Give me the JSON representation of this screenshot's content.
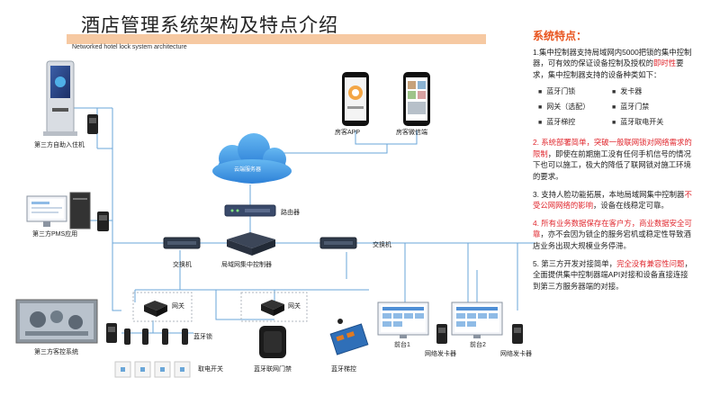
{
  "header": {
    "title": "酒店管理系统架构及特点介绍",
    "subtitle": "Networked hotel lock system architecture"
  },
  "diagram": {
    "kiosk": "第三方自助入住机",
    "pms": "第三方PMS应用",
    "guest_control": "第三方客控系统",
    "guest_app": "房客APP",
    "guest_wechat": "房客微信端",
    "cloud": "云端服务器",
    "router": "路由器",
    "switch_left": "交换机",
    "switch_right": "交换机",
    "lan_controller": "局域网集中控制器",
    "gateway1": "网关",
    "gateway2": "网关",
    "bt_lock": "蓝牙锁",
    "power_switch": "取电开关",
    "bt_access": "蓝牙联网门禁",
    "bt_elevator": "蓝牙梯控",
    "front_desk1": "前台1",
    "front_desk2": "前台2",
    "card_issuer1": "网络发卡器",
    "card_issuer2": "网络发卡器"
  },
  "features": {
    "heading": "系统特点：",
    "p1_a": "1.集中控制器支持局域网内5000把锁的集中控制器，可有效的保证设备控制及授权的",
    "p1_red": "即时性",
    "p1_b": "要求，集中控制器支持的设备种类如下：",
    "devices": [
      "蓝牙门锁",
      "发卡器",
      "网关（选配）",
      "蓝牙门禁",
      "蓝牙梯控",
      "蓝牙取电开关"
    ],
    "p2_num": "2. ",
    "p2_red": "系统部署简单，突破一般联网锁对网络需求的限制",
    "p2_b": "，即使在前期施工没有任何手机信号的情况下也可以施工，极大的降低了联网锁对施工环境的要求。",
    "p3_a": "3. 支持人脸功能拓展，本地局域网集中控制器",
    "p3_red": "不受公网网络的影响",
    "p3_b": "，设备在线稳定可靠。",
    "p4_red": "4. 所有业务数据保存在客户方，商业数据安全可靠",
    "p4_b": "，亦不会因为锁企的服务宕机或稳定性导致酒店业务出现大规模业务停滞。",
    "p5_a": "5. 第三方开发对接简单，",
    "p5_red": "完全没有兼容性问题",
    "p5_b": "，全面提供集中控制器端API对接和设备直接连接到第三方服务器端的对接。"
  },
  "colors": {
    "line": "#6aa6d8",
    "accent": "#e8541e",
    "red": "#e0262d",
    "cloud": "#3f93e0"
  }
}
